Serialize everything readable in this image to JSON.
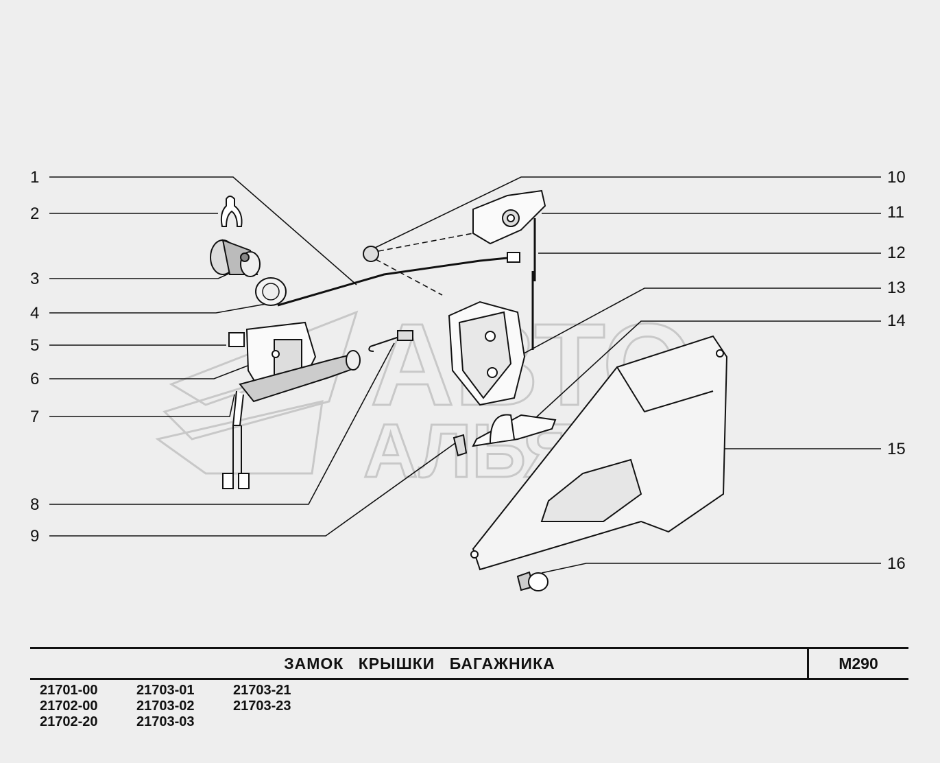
{
  "title": "ЗАМОК   КРЫШКИ   БАГАЖНИКА",
  "code": "М290",
  "watermark": {
    "line1": "АВТО",
    "line2": "АЛЬЯНС"
  },
  "callouts_left": [
    "1",
    "2",
    "3",
    "4",
    "5",
    "6",
    "7",
    "8",
    "9"
  ],
  "callouts_right": [
    "10",
    "11",
    "12",
    "13",
    "14",
    "15",
    "16"
  ],
  "models": [
    [
      "21701-00",
      "21702-00",
      "21702-20"
    ],
    [
      "21703-01",
      "21703-02",
      "21703-03"
    ],
    [
      "21703-21",
      "21703-23"
    ]
  ]
}
